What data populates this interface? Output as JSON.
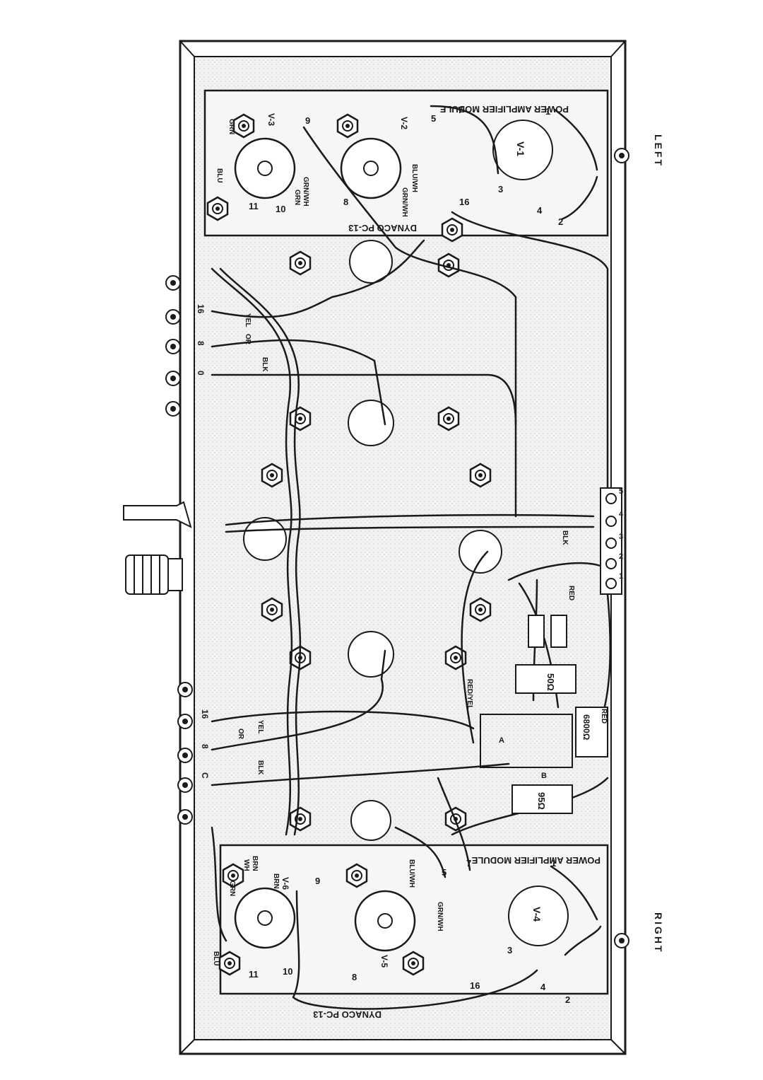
{
  "channels": {
    "left": "LEFT",
    "right": "RIGHT"
  },
  "modules": {
    "top": {
      "title": "POWER AMPLIFIER MODULE",
      "board": "DYNACO PC-13"
    },
    "bottom": {
      "title": "POWER AMPLIFIER MODULE",
      "board": "DYNACO PC-13"
    }
  },
  "tubes": {
    "top": [
      "V-1",
      "V-2",
      "V-3"
    ],
    "bottom": [
      "V-4",
      "V-5",
      "V-6"
    ]
  },
  "terminals": {
    "top": [
      "1",
      "2",
      "4",
      "7",
      "5",
      "3",
      "8",
      "9",
      "10",
      "11",
      "16"
    ],
    "bottom": [
      "1",
      "2",
      "4",
      "7",
      "5",
      "3",
      "8",
      "9",
      "10",
      "11",
      "16"
    ]
  },
  "speaker_taps": {
    "top": [
      "16",
      "8",
      "0"
    ],
    "bottom": [
      "16",
      "8",
      "C"
    ]
  },
  "wire_colors": {
    "top": [
      "GRN",
      "BLU",
      "GRN/WH",
      "GRN",
      "BLU/WH",
      "GRN/WH",
      "YEL",
      "OR",
      "BLK"
    ],
    "bottom": [
      "GRN",
      "BRN",
      "WH",
      "BRN",
      "BLU",
      "BLU/WH",
      "GRN/WH",
      "YEL",
      "OR",
      "BLK"
    ]
  },
  "power_section": {
    "labels": [
      "BLK",
      "RED",
      "RED/YEL",
      "RED",
      "A",
      "B"
    ],
    "terminal_strip": [
      "5",
      "4",
      "3",
      "2",
      "1"
    ],
    "resistors": [
      "50Ω",
      "6800Ω",
      "95Ω"
    ]
  },
  "ink_color": "#1a1a1a",
  "chassis_fill": "#ececec"
}
